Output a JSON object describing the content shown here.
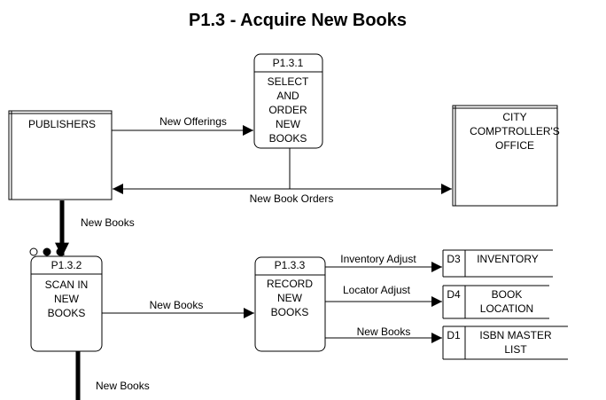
{
  "title": "P1.3 - Acquire New Books",
  "entities": {
    "publishers": "PUBLISHERS",
    "comptroller": [
      "CITY",
      "COMPTROLLER'S",
      "OFFICE"
    ]
  },
  "processes": {
    "p131": {
      "id": "P1.3.1",
      "lines": [
        "SELECT",
        "AND",
        "ORDER",
        "NEW",
        "BOOKS"
      ]
    },
    "p132": {
      "id": "P1.3.2",
      "lines": [
        "SCAN IN",
        "NEW",
        "BOOKS"
      ]
    },
    "p133": {
      "id": "P1.3.3",
      "lines": [
        "RECORD",
        "NEW",
        "BOOKS"
      ]
    }
  },
  "stores": {
    "d3": {
      "id": "D3",
      "lines": [
        "INVENTORY"
      ]
    },
    "d4": {
      "id": "D4",
      "lines": [
        "BOOK",
        "LOCATION"
      ]
    },
    "d1": {
      "id": "D1",
      "lines": [
        "ISBN MASTER",
        "LIST"
      ]
    }
  },
  "flows": {
    "new_offerings": "New Offerings",
    "new_book_orders": "New Book Orders",
    "new_books_pub": "New Books",
    "new_books_scan": "New Books",
    "new_books_out": "New Books",
    "inventory_adjust": "Inventory Adjust",
    "locator_adjust": "Locator Adjust",
    "new_books_isbn": "New Books"
  }
}
